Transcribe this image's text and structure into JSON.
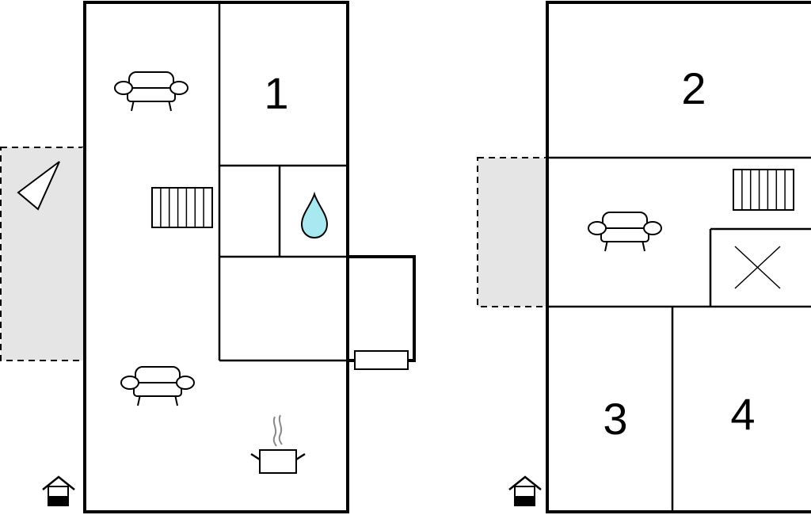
{
  "floors": [
    {
      "name": "ground-floor",
      "rooms": [
        {
          "label": "1"
        }
      ],
      "icons": [
        "sofa-icon",
        "sofa-icon",
        "stairs-icon",
        "water-drop-icon",
        "cooking-pot-icon",
        "fireplace-icon",
        "terrace-triangle-icon",
        "house-entrance-icon"
      ],
      "terrace_color": "#e5e5e5",
      "water_color": "#a8e8f0"
    },
    {
      "name": "upper-floor",
      "rooms": [
        {
          "label": "2"
        },
        {
          "label": "3"
        },
        {
          "label": "4"
        }
      ],
      "icons": [
        "sofa-icon",
        "stairs-icon",
        "void-cross-icon",
        "house-entrance-icon"
      ],
      "terrace_color": "#e5e5e5"
    }
  ]
}
